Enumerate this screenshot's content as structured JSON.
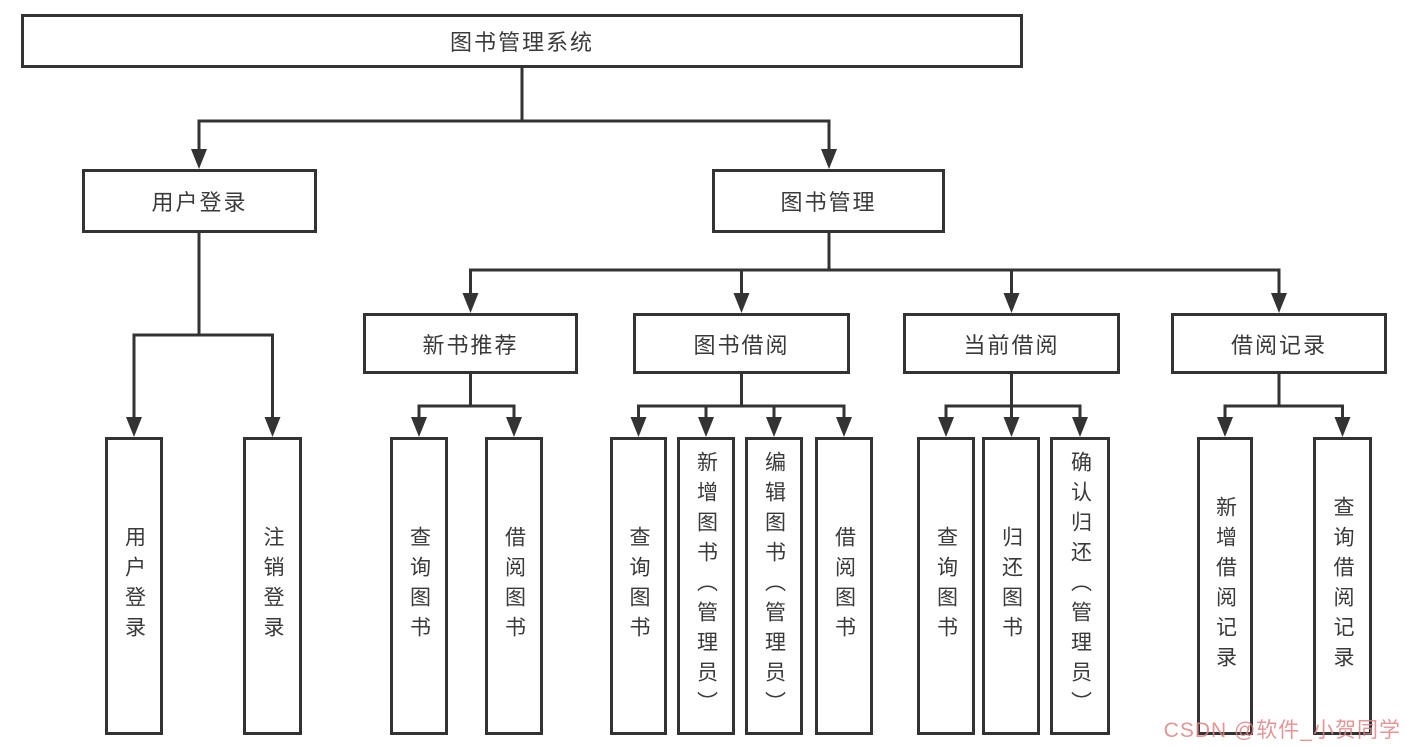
{
  "diagram": {
    "root": {
      "label": "图书管理系统"
    },
    "branches": [
      {
        "label": "用户登录",
        "children": [
          {
            "label": "用户登录"
          },
          {
            "label": "注销登录"
          }
        ]
      },
      {
        "label": "图书管理",
        "children": [
          {
            "label": "新书推荐",
            "children": [
              {
                "label": "查询图书"
              },
              {
                "label": "借阅图书"
              }
            ]
          },
          {
            "label": "图书借阅",
            "children": [
              {
                "label": "查询图书"
              },
              {
                "label": "新增图书（管理员）"
              },
              {
                "label": "编辑图书（管理员）"
              },
              {
                "label": "借阅图书"
              }
            ]
          },
          {
            "label": "当前借阅",
            "children": [
              {
                "label": "查询图书"
              },
              {
                "label": "归还图书"
              },
              {
                "label": "确认归还（管理员）"
              }
            ]
          },
          {
            "label": "借阅记录",
            "children": [
              {
                "label": "新增借阅记录"
              },
              {
                "label": "查询借阅记录"
              }
            ]
          }
        ]
      }
    ]
  },
  "watermark": {
    "text": "CSDN @软件_小贺同学"
  },
  "colors": {
    "line": "#333333",
    "box_border": "#333333",
    "text": "#3a3a3a",
    "watermark": "#e08282"
  }
}
